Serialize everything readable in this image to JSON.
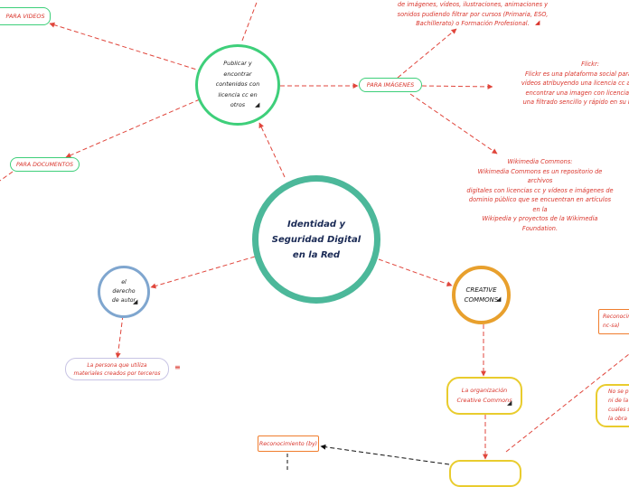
{
  "central": {
    "label": "Identidad y\nSeguridad Digital\nen la Red",
    "color": "#4cb89a"
  },
  "publicar": {
    "label": "Publicar y\nencontrar\ncontenidos con\nlicencia cc en\notros"
  },
  "creative": {
    "label": "CREATIVE\nCOMMONS"
  },
  "derecho": {
    "label": "el\nderecho\nde autor"
  },
  "para_videos": {
    "label": "PARA VIDEOS"
  },
  "para_documentos": {
    "label": "PARA DOCUMENTOS"
  },
  "para_imagenes": {
    "label": "PARA IMÁGENES"
  },
  "persona": {
    "label": "La persona que utiliza\nmateriales creados por terceros"
  },
  "organizacion": {
    "label": "La organización\nCreative Commons"
  },
  "reconocimiento_by": {
    "label": "Reconocimiento (by)"
  },
  "reconoc_nc": {
    "label": "Reconocim\nnc-sa)"
  },
  "no_se": {
    "label": "No se p\nni de la\ncuales s\nla obra"
  },
  "note_top": {
    "text": "de imágenes, vídeos, ilustraciones, animaciones y\nsonidos pudiendo filtrar por cursos (Primaria, ESO,\nBachillerato) o Formación Profesional."
  },
  "note_flickr": {
    "text": "Flickr:\nFlickr es una plataforma social para publica\nvídeos atribuyendo una licencia cc a los mism\nencontrar una imagen con licencia cc, Flick\nuna filtrado sencillo y rápido en su búsqueda"
  },
  "note_wikimedia": {
    "text": "Wikimedia Commons:\nWikimedia Commons es un repositorio de archivos\ndigitales con licencias cc y vídeos e imágenes de\ndominio público que se encuentran en artículos en la\nWikipedia y proyectos de la Wikimedia Foundation."
  },
  "colors": {
    "teal": "#4cb89a",
    "green": "#3ecf7a",
    "blue": "#7fa6cf",
    "orange": "#e8a02d",
    "yellow": "#e9cc2e",
    "lavender": "#c8c4e4",
    "edge": "#e0463c",
    "orange_box": "#f07d2e"
  }
}
